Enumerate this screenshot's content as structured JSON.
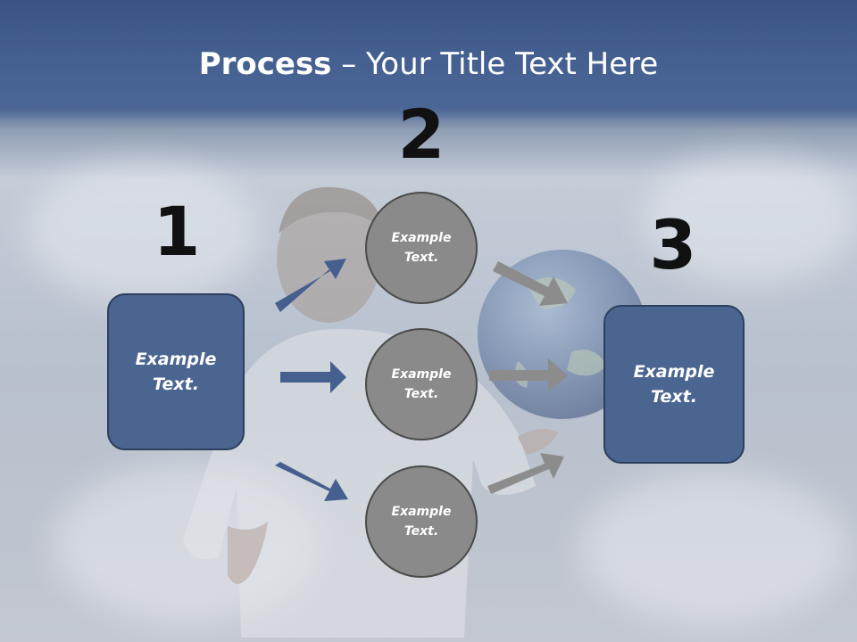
{
  "title": {
    "bold": "Process",
    "rest": " – Your Title Text Here"
  },
  "steps": {
    "one": {
      "number": "1",
      "box_text": "Example Text."
    },
    "two": {
      "number": "2",
      "circles": [
        "Example Text.",
        "Example Text.",
        "Example Text."
      ]
    },
    "three": {
      "number": "3",
      "box_text": "Example Text."
    }
  },
  "colors": {
    "box_fill": "#4b6591",
    "box_border": "#2d3f5c",
    "circle_fill": "#8a8a8a",
    "circle_border": "#4a4a4a",
    "arrow_blue": "#455f8e",
    "arrow_gray": "#8c8c8c",
    "title_band": "#4a6697"
  }
}
